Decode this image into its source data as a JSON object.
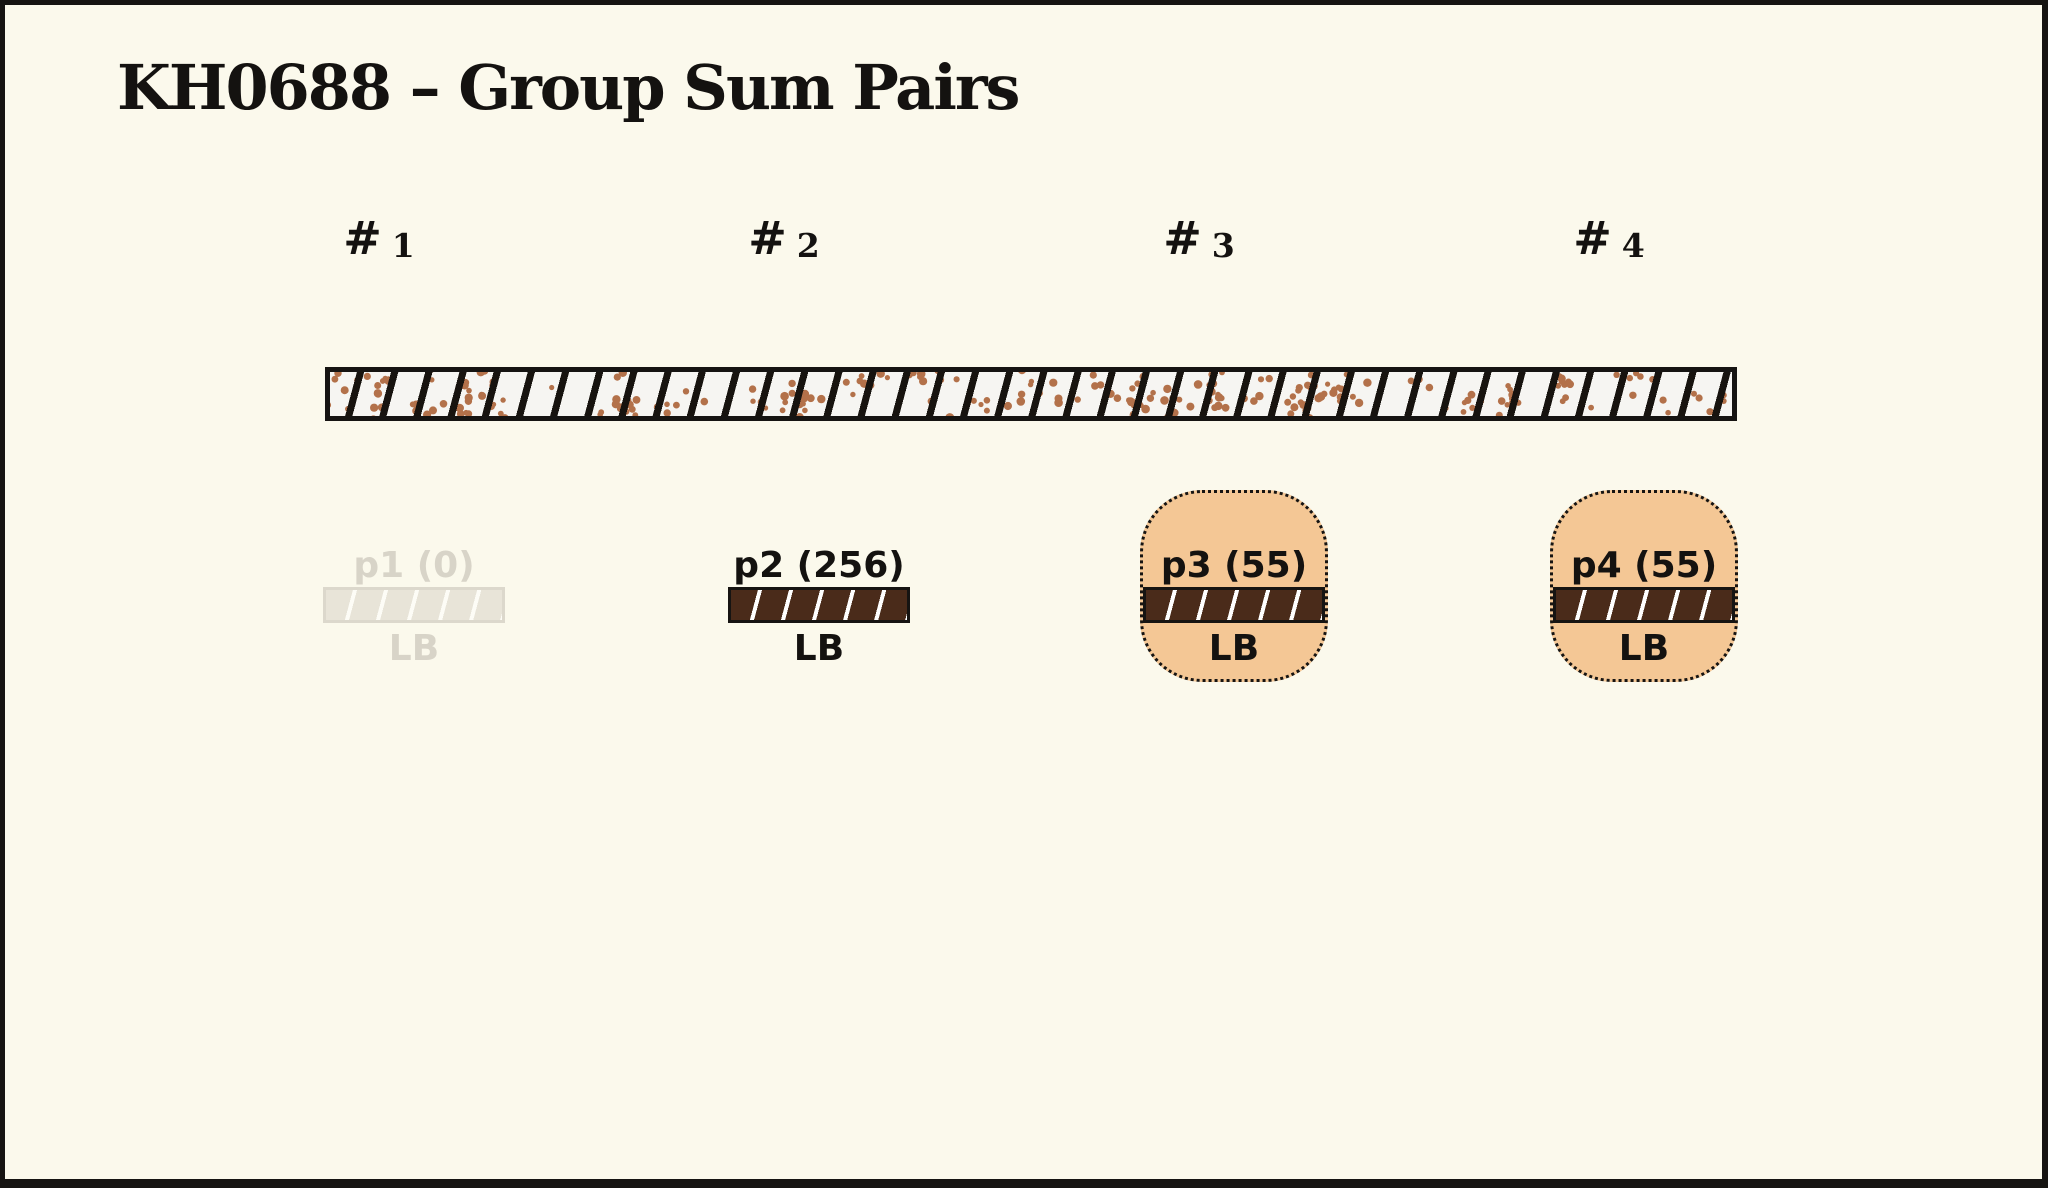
{
  "title": "KH0688 – Group Sum Pairs",
  "columns": [
    {
      "header_hash": "#",
      "header_num": "1",
      "label": "p1 (0)",
      "sub_label": "LB",
      "state": "ghost",
      "highlighted": false
    },
    {
      "header_hash": "#",
      "header_num": "2",
      "label": "p2 (256)",
      "sub_label": "LB",
      "state": "active",
      "highlighted": false
    },
    {
      "header_hash": "#",
      "header_num": "3",
      "label": "p3 (55)",
      "sub_label": "LB",
      "state": "active",
      "highlighted": true
    },
    {
      "header_hash": "#",
      "header_num": "4",
      "label": "p4 (55)",
      "sub_label": "LB",
      "state": "active",
      "highlighted": true
    }
  ],
  "colors": {
    "canvas-bg": "#fbf9ec",
    "frame-black": "#161412",
    "text-black": "#141210",
    "bar-interior": "#f6f5f2",
    "stripe-black": "#17130f",
    "speckle-sienna": "#b3714a",
    "bar-brown": "#4a2b1a",
    "highlight-orange": "#f4c795",
    "ghost-fill": "#e8e4d8",
    "ghost-border": "#dcd8cc",
    "ghost-text": "#d8d4c8"
  }
}
